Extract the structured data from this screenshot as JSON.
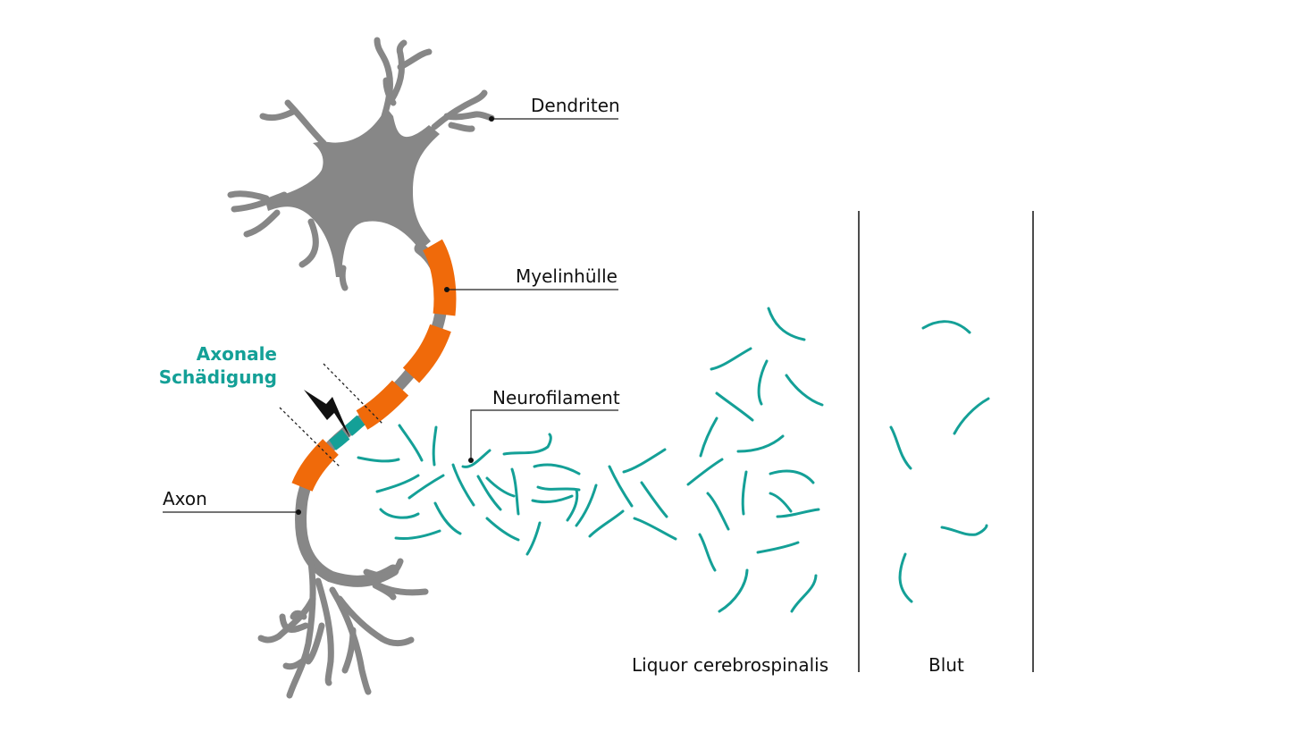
{
  "labels": {
    "dendrites": "Dendriten",
    "myelin": "Myelinhülle",
    "neurofilament": "Neurofilament",
    "axon": "Axon",
    "damage_line1": "Axonale",
    "damage_line2": "Schädigung",
    "csf": "Liquor cerebrospinalis",
    "blood": "Blut"
  },
  "colors": {
    "neuron": "#878787",
    "myelin": "#f06a0a",
    "neurofilament": "#14a097",
    "damage_text": "#14a097",
    "lines": "#222222"
  },
  "icons": {
    "lightning": "lightning-bolt-icon"
  }
}
